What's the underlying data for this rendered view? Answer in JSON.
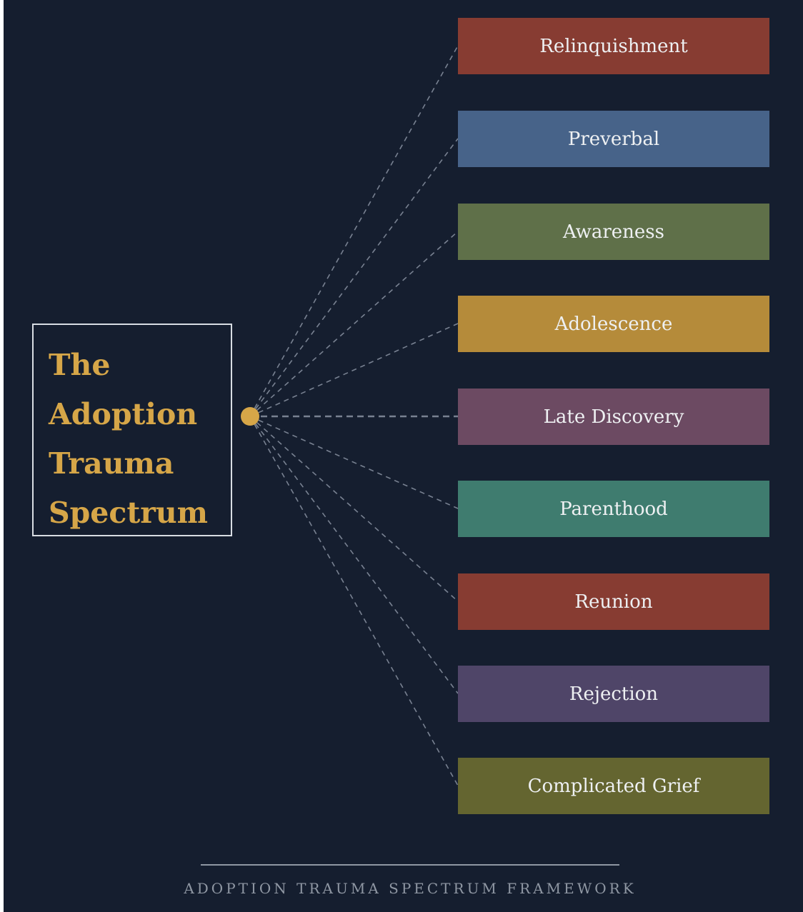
{
  "title": {
    "lines": [
      "The",
      "Adoption",
      "Trauma",
      "Spectrum"
    ]
  },
  "stages": [
    {
      "label": "Relinquishment",
      "color": "#873c32"
    },
    {
      "label": "Preverbal",
      "color": "#476389"
    },
    {
      "label": "Awareness",
      "color": "#5f7049"
    },
    {
      "label": "Adolescence",
      "color": "#b58b3a"
    },
    {
      "label": "Late Discovery",
      "color": "#6c4a62"
    },
    {
      "label": "Parenthood",
      "color": "#3f7c6f"
    },
    {
      "label": "Reunion",
      "color": "#873c32"
    },
    {
      "label": "Rejection",
      "color": "#4f4568"
    },
    {
      "label": "Complicated Grief",
      "color": "#646530"
    }
  ],
  "hub_color": "#d6a648",
  "background_color": "#151e2f",
  "footer": {
    "caption": "ADOPTION TRAUMA SPECTRUM FRAMEWORK"
  }
}
